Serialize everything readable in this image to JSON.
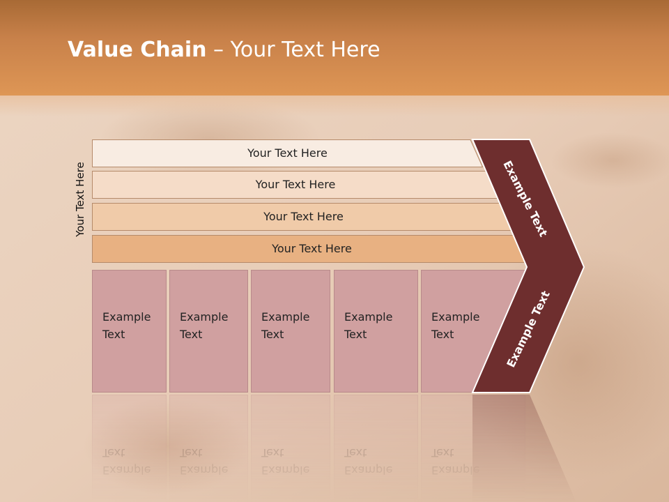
{
  "slide": {
    "title_bold": "Value Chain",
    "title_rest": " – Your Text Here",
    "side_label": "Your Text Here",
    "bars": [
      {
        "label": "Your Text Here",
        "color": "#f8ece2"
      },
      {
        "label": "Your Text Here",
        "color": "#f5dcc8"
      },
      {
        "label": "Your Text Here",
        "color": "#f0cba9"
      },
      {
        "label": "Your Text Here",
        "color": "#e8b182"
      }
    ],
    "cells": [
      {
        "label": "Example\nText"
      },
      {
        "label": "Example\nText"
      },
      {
        "label": "Example\nText"
      },
      {
        "label": "Example\nText"
      },
      {
        "label": "Example\nText"
      }
    ],
    "chevron_top_label": "Example Text",
    "chevron_bottom_label": "Example Text",
    "colors": {
      "header": "#de9655",
      "chevron": "#6e2e2e",
      "cell": "#d0a0a0",
      "bar_border": "#b58a6a"
    }
  }
}
